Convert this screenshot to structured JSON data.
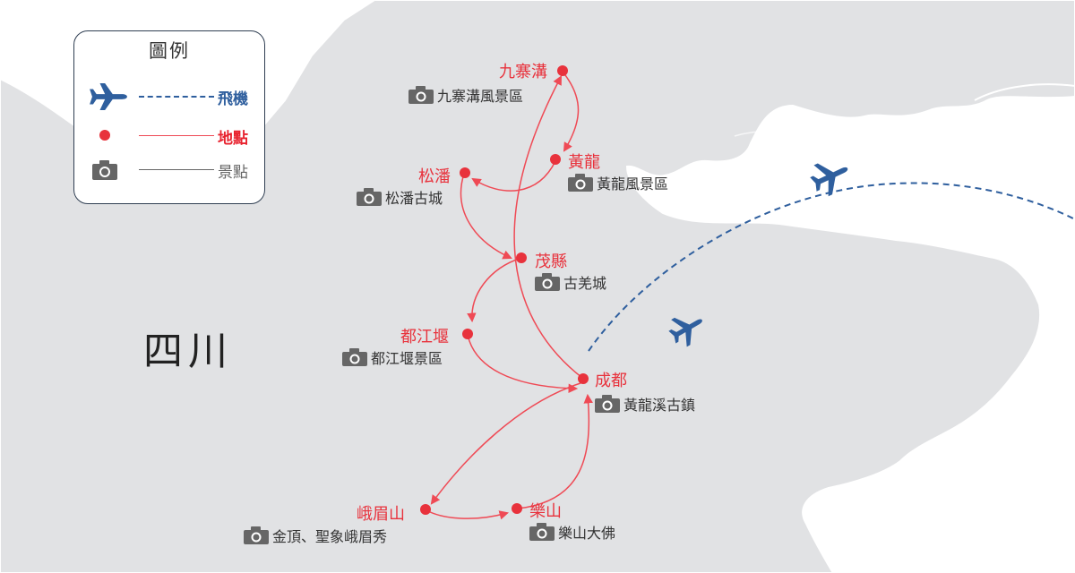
{
  "region_label": "四川",
  "legend": {
    "title": "圖例",
    "items": [
      {
        "icon": "airplane-icon",
        "label": "飛機",
        "color": "#2f5f9e"
      },
      {
        "icon": "location-dot-icon",
        "label": "地點",
        "color": "#e8232f"
      },
      {
        "icon": "camera-icon",
        "label": "景點",
        "color": "#666666"
      }
    ]
  },
  "places": [
    {
      "name": "九寨溝",
      "attraction": "九寨溝風景區"
    },
    {
      "name": "黃龍",
      "attraction": "黃龍風景區"
    },
    {
      "name": "松潘",
      "attraction": "松潘古城"
    },
    {
      "name": "茂縣",
      "attraction": "古羌城"
    },
    {
      "name": "都江堰",
      "attraction": "都江堰景區"
    },
    {
      "name": "成都",
      "attraction": "黃龍溪古鎮"
    },
    {
      "name": "峨眉山",
      "attraction": "金頂、聖象峨眉秀"
    },
    {
      "name": "樂山",
      "attraction": "樂山大佛"
    }
  ],
  "colors": {
    "land": "#e1e2e4",
    "border": "#ffffff",
    "route": "#ef4a55",
    "place_dot": "#e8323c",
    "flight": "#2f5f9e",
    "camera": "#666666"
  }
}
